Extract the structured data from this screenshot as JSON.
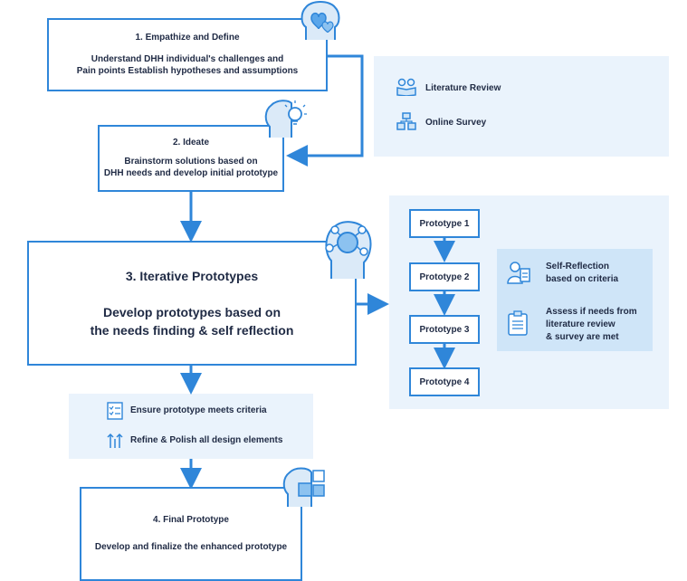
{
  "step1": {
    "title": "1. Empathize and Define",
    "line1": "Understand DHH individual's challenges and",
    "line2": "Pain points Establish hypotheses and assumptions"
  },
  "research": {
    "item1": "Literature Review",
    "item2": "Online Survey"
  },
  "step2": {
    "title": "2. Ideate",
    "line1": "Brainstorm solutions based on",
    "line2": "DHH needs and develop initial prototype"
  },
  "step3": {
    "title": "3. Iterative Prototypes",
    "line1": "Develop prototypes based on",
    "line2": "the needs finding & self reflection"
  },
  "prototypes": [
    "Prototype 1",
    "Prototype 2",
    "Prototype 3",
    "Prototype 4"
  ],
  "reflection": {
    "item1_line1": "Self-Reflection",
    "item1_line2": "based on criteria",
    "item2_line1": "Assess if needs from",
    "item2_line2": "literature review",
    "item2_line3": "& survey are met"
  },
  "polish": {
    "item1": "Ensure prototype meets criteria",
    "item2": "Refine & Polish all design elements"
  },
  "step4": {
    "title": "4. Final Prototype",
    "line1": "Develop and finalize the enhanced prototype"
  },
  "colors": {
    "accent": "#2f86d9",
    "panel": "#eaf3fc",
    "panel_dark": "#cfe5f8",
    "text": "#1f2a44"
  }
}
